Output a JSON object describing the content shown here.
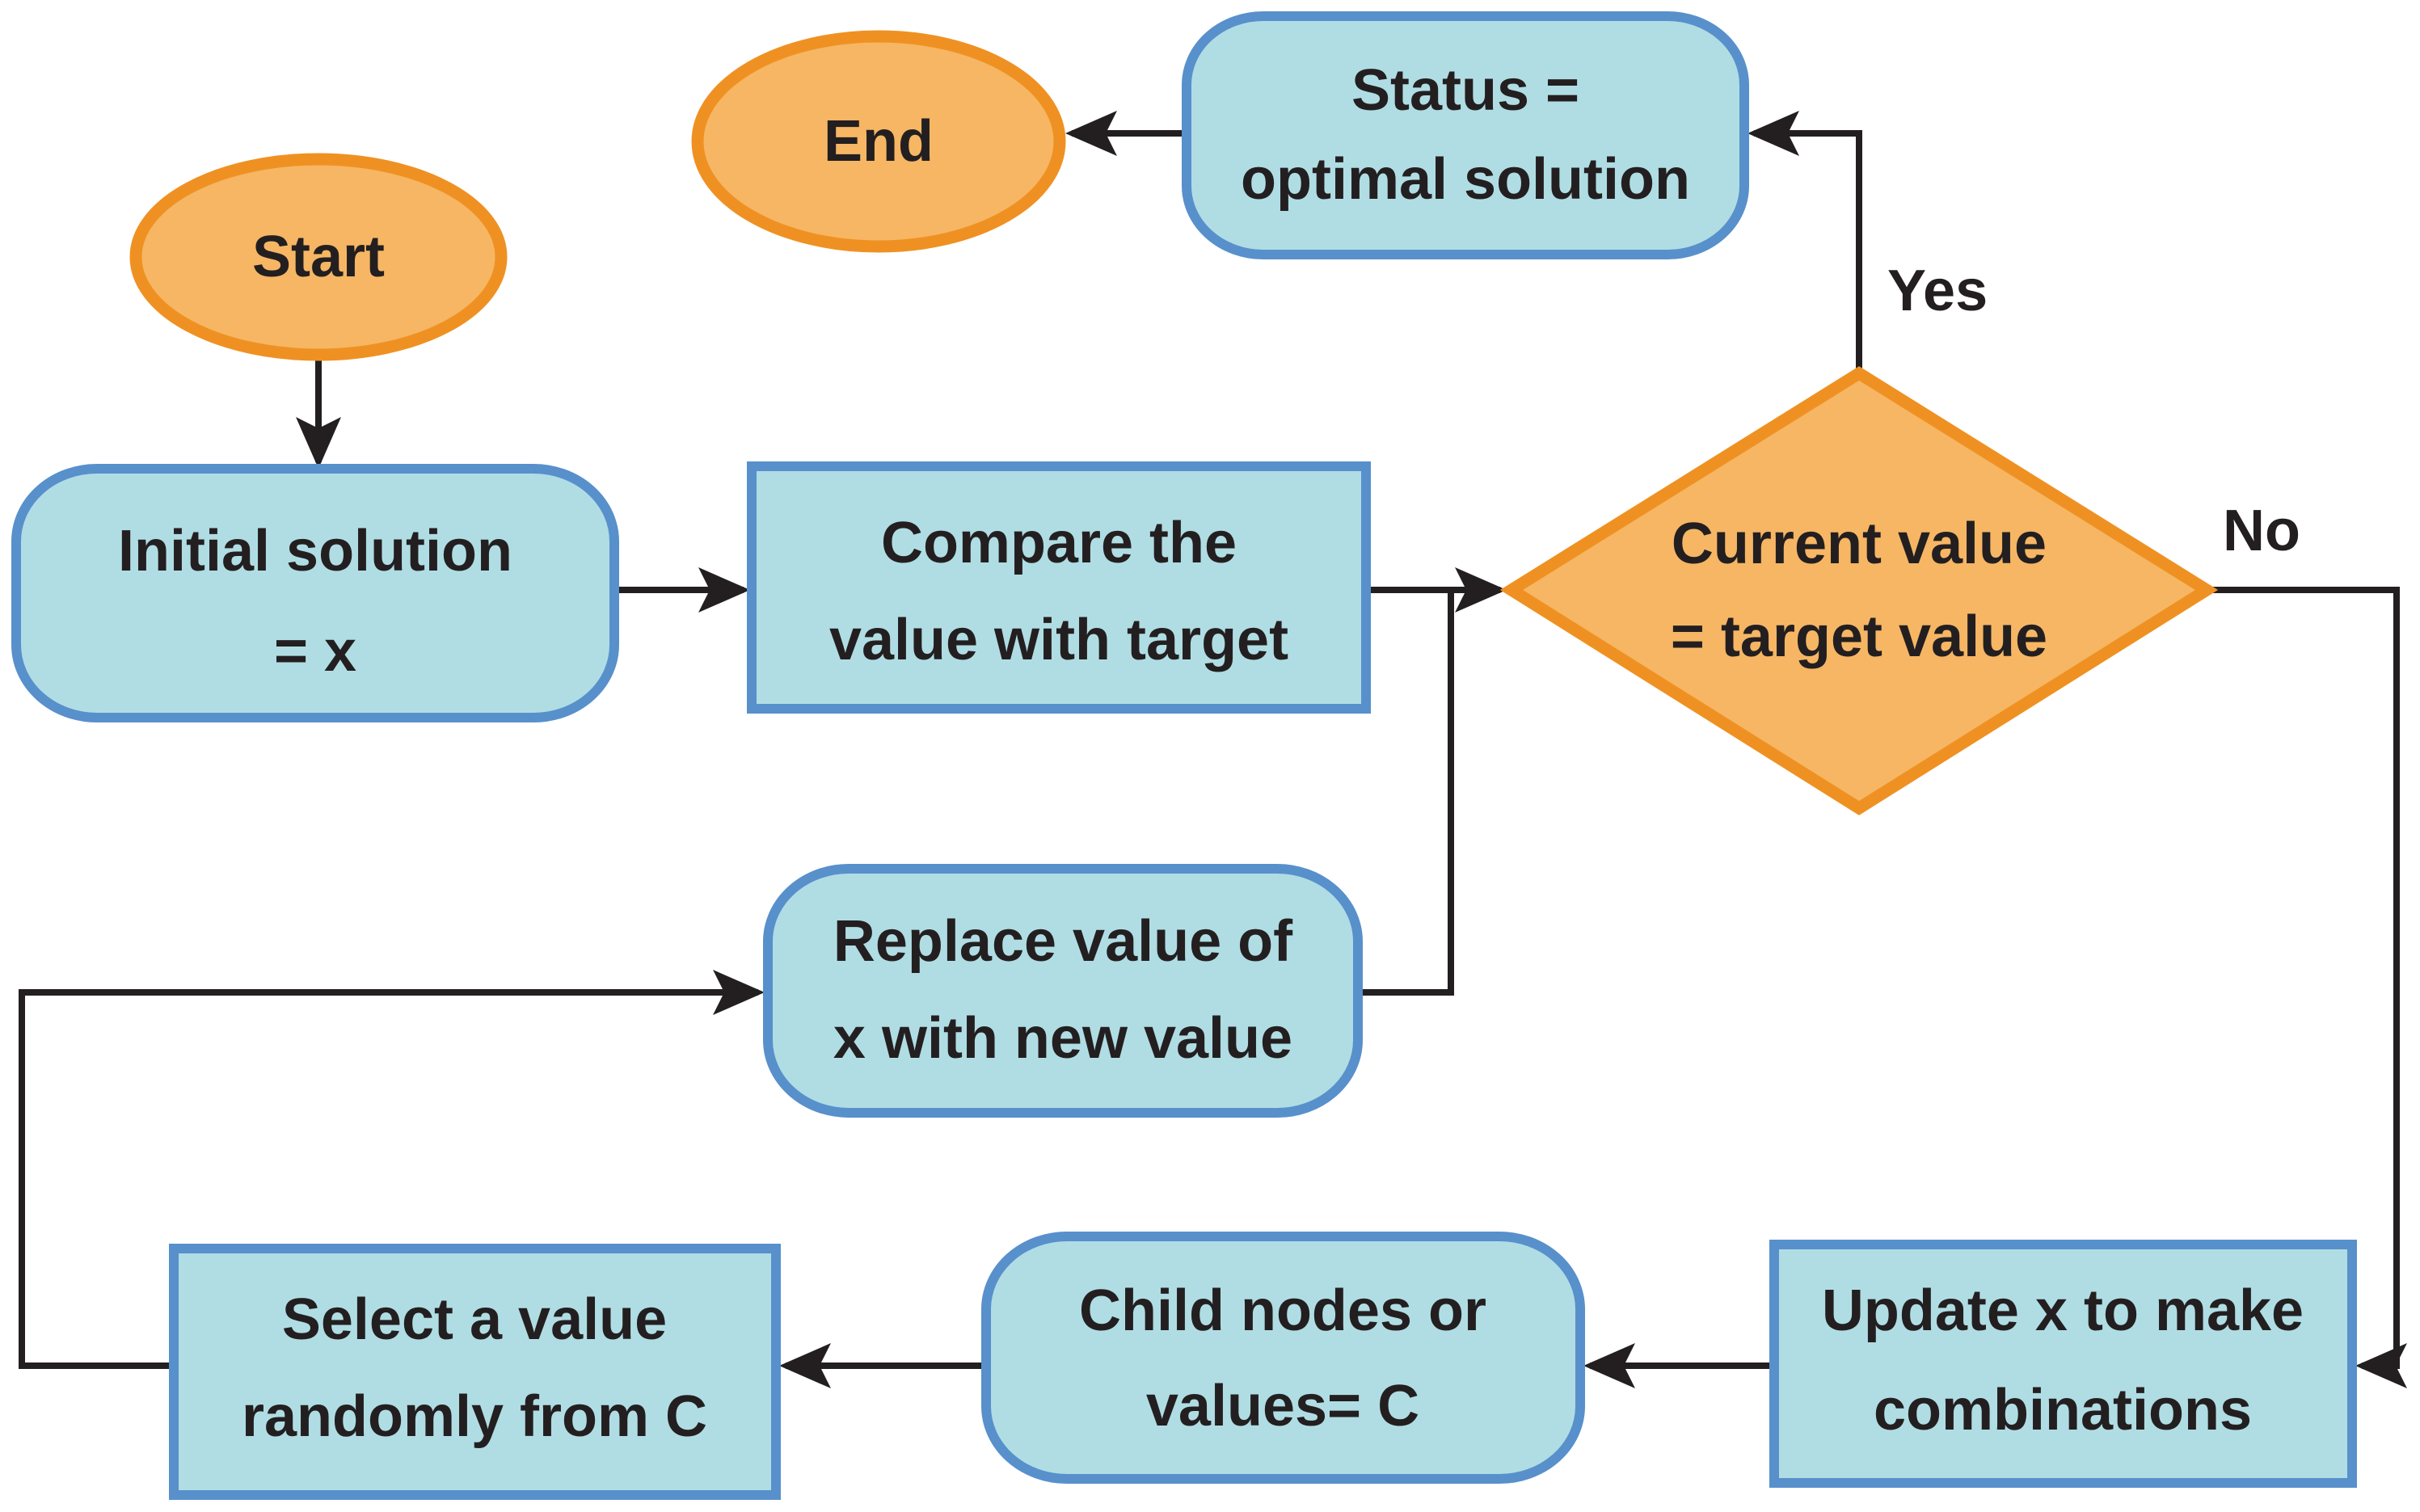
{
  "colors": {
    "background": "#FFFFFF",
    "orange_fill": "#F6B664",
    "orange_stroke": "#EF9122",
    "blue_fill": "#B0DDE4",
    "blue_stroke": "#5890CB",
    "line": "#231F20",
    "text": "#231F20"
  },
  "nodes": {
    "start": {
      "label": "Start"
    },
    "end": {
      "label": "End"
    },
    "status": {
      "line1": "Status =",
      "line2": "optimal solution"
    },
    "initial": {
      "line1": "Initial solution",
      "line2": "= x"
    },
    "compare": {
      "line1": "Compare the",
      "line2": "value with target"
    },
    "decision": {
      "line1": "Current value",
      "line2": "= target value"
    },
    "replace": {
      "line1": "Replace value of",
      "line2": "x with new value"
    },
    "select": {
      "line1": "Select a value",
      "line2": "randomly from C"
    },
    "child": {
      "line1": "Child nodes or",
      "line2": "values= C"
    },
    "update": {
      "line1": "Update x to make",
      "line2": "combinations"
    }
  },
  "edge_labels": {
    "yes": "Yes",
    "no": "No"
  }
}
